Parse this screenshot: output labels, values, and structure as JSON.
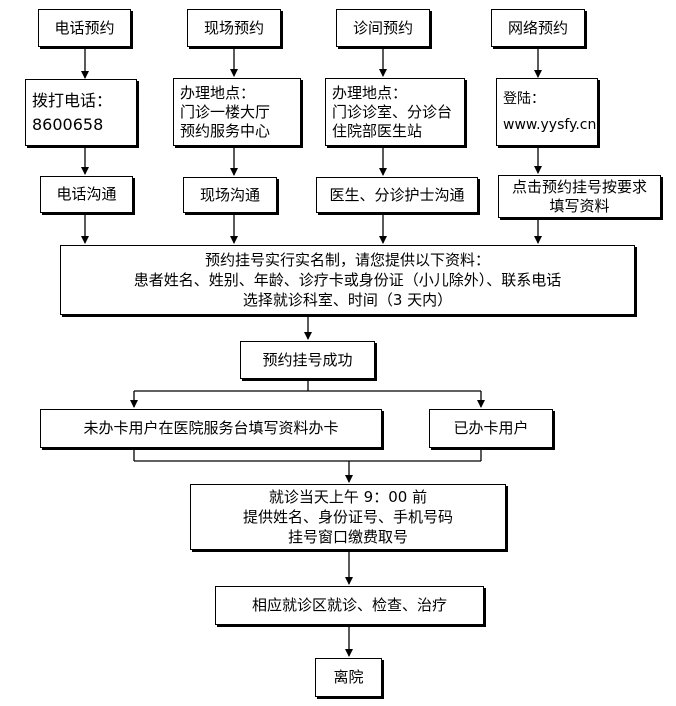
{
  "top": {
    "phone": "电话预约",
    "onsite": "现场预约",
    "clinic": "诊间预约",
    "online": "网络预约"
  },
  "details": {
    "phone_label": "拨打电话：",
    "phone_number": "8600658",
    "onsite_l1": "办理地点：",
    "onsite_l2": "门诊一楼大厅",
    "onsite_l3": "预约服务中心",
    "clinic_l1": "办理地点：",
    "clinic_l2": "门诊诊室、分诊台",
    "clinic_l3": "住院部医生站",
    "online_l1": "登陆：",
    "online_l2": "www.yysfy.cn"
  },
  "comm": {
    "phone": "电话沟通",
    "onsite": "现场沟通",
    "clinic": "医生、分诊护士沟通",
    "online_l1": "点击预约挂号按要求",
    "online_l2": "填写资料"
  },
  "info": {
    "l1": "预约挂号实行实名制，请您提供以下资料：",
    "l2": "患者姓名、姓别、年龄、诊疗卡或身份证（小儿除外）、联系电话",
    "l3": "选择就诊科室、时间（3 天内）"
  },
  "success": "预约挂号成功",
  "card": {
    "no_card": "未办卡用户在医院服务台填写资料办卡",
    "has_card": "已办卡用户"
  },
  "visit_day": {
    "l1": "就诊当天上午 9：00 前",
    "l2": "提供姓名、身份证号、手机号码",
    "l3": "挂号窗口缴费取号"
  },
  "treatment": "相应就诊区就诊、检查、治疗",
  "leave": "离院"
}
